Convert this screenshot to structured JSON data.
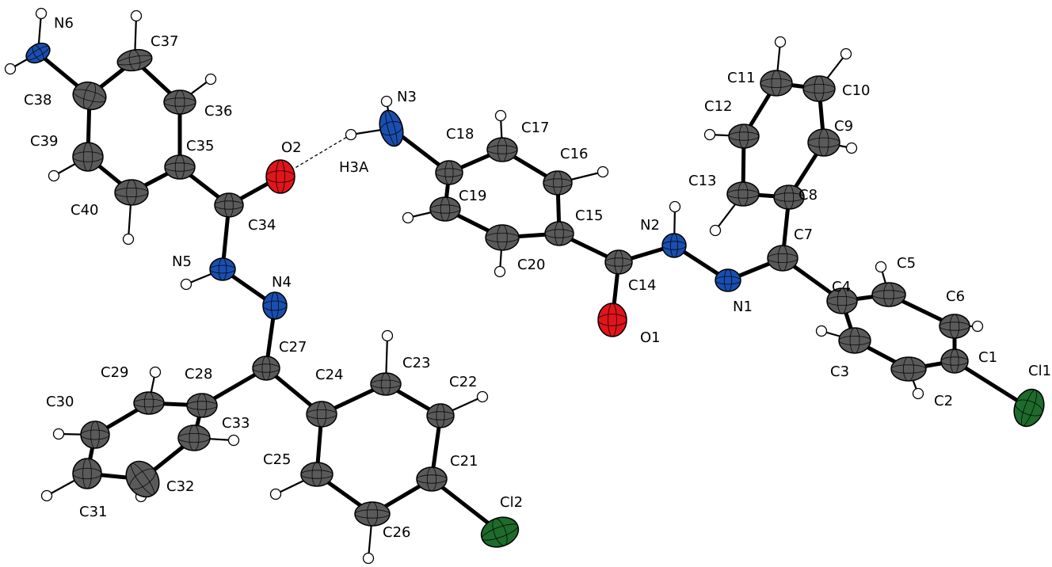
{
  "atoms": [
    {
      "label": "N6",
      "element": "N",
      "color": "#1a4fb0",
      "label_text": "N6"
    },
    {
      "label": "C37",
      "element": "C",
      "color": "#5a5a5a",
      "label_text": "C37"
    },
    {
      "label": "C38",
      "element": "C",
      "color": "#5a5a5a",
      "label_text": "C38"
    },
    {
      "label": "C36",
      "element": "C",
      "color": "#5a5a5a",
      "label_text": "C36"
    },
    {
      "label": "C39",
      "element": "C",
      "color": "#5a5a5a",
      "label_text": "C39"
    },
    {
      "label": "C35",
      "element": "C",
      "color": "#5a5a5a",
      "label_text": "C35"
    },
    {
      "label": "C40",
      "element": "C",
      "color": "#5a5a5a",
      "label_text": "C40"
    },
    {
      "label": "O2",
      "element": "O",
      "color": "#e0151b",
      "label_text": "O2"
    },
    {
      "label": "C34",
      "element": "C",
      "color": "#5a5a5a",
      "label_text": "C34"
    },
    {
      "label": "N5",
      "element": "N",
      "color": "#1a4fb0",
      "label_text": "N5"
    },
    {
      "label": "N4",
      "element": "N",
      "color": "#1a4fb0",
      "label_text": "N4"
    },
    {
      "label": "C27",
      "element": "C",
      "color": "#5a5a5a",
      "label_text": "C27"
    },
    {
      "label": "C28",
      "element": "C",
      "color": "#5a5a5a",
      "label_text": "C28"
    },
    {
      "label": "C29",
      "element": "C",
      "color": "#5a5a5a",
      "label_text": "C29"
    },
    {
      "label": "C30",
      "element": "C",
      "color": "#5a5a5a",
      "label_text": "C30"
    },
    {
      "label": "C31",
      "element": "C",
      "color": "#5a5a5a",
      "label_text": "C31"
    },
    {
      "label": "C32",
      "element": "C",
      "color": "#5a5a5a",
      "label_text": "C32"
    },
    {
      "label": "C33",
      "element": "C",
      "color": "#5a5a5a",
      "label_text": "C33"
    },
    {
      "label": "C24",
      "element": "C",
      "color": "#5a5a5a",
      "label_text": "C24"
    },
    {
      "label": "C23",
      "element": "C",
      "color": "#5a5a5a",
      "label_text": "C23"
    },
    {
      "label": "C22",
      "element": "C",
      "color": "#5a5a5a",
      "label_text": "C22"
    },
    {
      "label": "C21",
      "element": "C",
      "color": "#5a5a5a",
      "label_text": "C21"
    },
    {
      "label": "C26",
      "element": "C",
      "color": "#5a5a5a",
      "label_text": "C26"
    },
    {
      "label": "C25",
      "element": "C",
      "color": "#5a5a5a",
      "label_text": "C25"
    },
    {
      "label": "Cl2",
      "element": "Cl",
      "color": "#1e6b2c",
      "label_text": "Cl2"
    },
    {
      "label": "N3",
      "element": "N",
      "color": "#1a4fb0",
      "label_text": "N3"
    },
    {
      "label": "C18",
      "element": "C",
      "color": "#5a5a5a",
      "label_text": "C18"
    },
    {
      "label": "C17",
      "element": "C",
      "color": "#5a5a5a",
      "label_text": "C17"
    },
    {
      "label": "C16",
      "element": "C",
      "color": "#5a5a5a",
      "label_text": "C16"
    },
    {
      "label": "C15",
      "element": "C",
      "color": "#5a5a5a",
      "label_text": "C15"
    },
    {
      "label": "C20",
      "element": "C",
      "color": "#5a5a5a",
      "label_text": "C20"
    },
    {
      "label": "C19",
      "element": "C",
      "color": "#5a5a5a",
      "label_text": "C19"
    },
    {
      "label": "C14",
      "element": "C",
      "color": "#5a5a5a",
      "label_text": "C14"
    },
    {
      "label": "O1",
      "element": "O",
      "color": "#e0151b",
      "label_text": "O1"
    },
    {
      "label": "N2",
      "element": "N",
      "color": "#1a4fb0",
      "label_text": "N2"
    },
    {
      "label": "N1",
      "element": "N",
      "color": "#1a4fb0",
      "label_text": "N1"
    },
    {
      "label": "C7",
      "element": "C",
      "color": "#5a5a5a",
      "label_text": "C7"
    },
    {
      "label": "C8",
      "element": "C",
      "color": "#5a5a5a",
      "label_text": "C8"
    },
    {
      "label": "C9",
      "element": "C",
      "color": "#5a5a5a",
      "label_text": "C9"
    },
    {
      "label": "C10",
      "element": "C",
      "color": "#5a5a5a",
      "label_text": "C10"
    },
    {
      "label": "C11",
      "element": "C",
      "color": "#5a5a5a",
      "label_text": "C11"
    },
    {
      "label": "C12",
      "element": "C",
      "color": "#5a5a5a",
      "label_text": "C12"
    },
    {
      "label": "C13",
      "element": "C",
      "color": "#5a5a5a",
      "label_text": "C13"
    },
    {
      "label": "C4",
      "element": "C",
      "color": "#5a5a5a",
      "label_text": "C4"
    },
    {
      "label": "C5",
      "element": "C",
      "color": "#5a5a5a",
      "label_text": "C5"
    },
    {
      "label": "C6",
      "element": "C",
      "color": "#5a5a5a",
      "label_text": "C6"
    },
    {
      "label": "C1",
      "element": "C",
      "color": "#5a5a5a",
      "label_text": "C1"
    },
    {
      "label": "C2",
      "element": "C",
      "color": "#5a5a5a",
      "label_text": "C2"
    },
    {
      "label": "C3",
      "element": "C",
      "color": "#5a5a5a",
      "label_text": "C3"
    },
    {
      "label": "Cl1",
      "element": "Cl",
      "color": "#1e6b2c",
      "label_text": "Cl1"
    }
  ],
  "hydrogens": [
    {
      "id": "h-n6a",
      "bonded_to": "N6"
    },
    {
      "id": "h-n6b",
      "bonded_to": "N6"
    },
    {
      "id": "h-c37",
      "bonded_to": "C37"
    },
    {
      "id": "h-c36",
      "bonded_to": "C36"
    },
    {
      "id": "h-c39",
      "bonded_to": "C39"
    },
    {
      "id": "h-c40",
      "bonded_to": "C40"
    },
    {
      "id": "h-n5",
      "bonded_to": "N5"
    },
    {
      "id": "h-c29",
      "bonded_to": "C29"
    },
    {
      "id": "h-c30",
      "bonded_to": "C30"
    },
    {
      "id": "h-c31",
      "bonded_to": "C31"
    },
    {
      "id": "h-c32",
      "bonded_to": "C32"
    },
    {
      "id": "h-c33",
      "bonded_to": "C33"
    },
    {
      "id": "h-c23",
      "bonded_to": "C23"
    },
    {
      "id": "h-c22",
      "bonded_to": "C22"
    },
    {
      "id": "h-c26",
      "bonded_to": "C26"
    },
    {
      "id": "h-c25",
      "bonded_to": "C25"
    },
    {
      "id": "h-n3a",
      "bonded_to": "N3",
      "label_text": "H3A"
    },
    {
      "id": "h-n3b",
      "bonded_to": "N3"
    },
    {
      "id": "h-c17",
      "bonded_to": "C17"
    },
    {
      "id": "h-c16",
      "bonded_to": "C16"
    },
    {
      "id": "h-c19",
      "bonded_to": "C19"
    },
    {
      "id": "h-c20",
      "bonded_to": "C20"
    },
    {
      "id": "h-n2",
      "bonded_to": "N2"
    },
    {
      "id": "h-c11",
      "bonded_to": "C11"
    },
    {
      "id": "h-c10",
      "bonded_to": "C10"
    },
    {
      "id": "h-c12",
      "bonded_to": "C12"
    },
    {
      "id": "h-c9",
      "bonded_to": "C9"
    },
    {
      "id": "h-c13",
      "bonded_to": "C13"
    },
    {
      "id": "h-c5",
      "bonded_to": "C5"
    },
    {
      "id": "h-c6",
      "bonded_to": "C6"
    },
    {
      "id": "h-c3",
      "bonded_to": "C3"
    },
    {
      "id": "h-c2",
      "bonded_to": "C2"
    }
  ],
  "bonds": [
    [
      "N6",
      "C38"
    ],
    [
      "C38",
      "C37"
    ],
    [
      "C37",
      "C36"
    ],
    [
      "C36",
      "C35"
    ],
    [
      "C35",
      "C40"
    ],
    [
      "C40",
      "C39"
    ],
    [
      "C39",
      "C38"
    ],
    [
      "C35",
      "C34"
    ],
    [
      "C34",
      "O2"
    ],
    [
      "C34",
      "N5"
    ],
    [
      "N5",
      "N4"
    ],
    [
      "N4",
      "C27"
    ],
    [
      "C27",
      "C28"
    ],
    [
      "C27",
      "C24"
    ],
    [
      "C28",
      "C29"
    ],
    [
      "C29",
      "C30"
    ],
    [
      "C30",
      "C31"
    ],
    [
      "C31",
      "C32"
    ],
    [
      "C32",
      "C33"
    ],
    [
      "C33",
      "C28"
    ],
    [
      "C24",
      "C23"
    ],
    [
      "C23",
      "C22"
    ],
    [
      "C22",
      "C21"
    ],
    [
      "C21",
      "C26"
    ],
    [
      "C26",
      "C25"
    ],
    [
      "C25",
      "C24"
    ],
    [
      "C21",
      "Cl2"
    ],
    [
      "N3",
      "C18"
    ],
    [
      "C18",
      "C17"
    ],
    [
      "C17",
      "C16"
    ],
    [
      "C16",
      "C15"
    ],
    [
      "C15",
      "C20"
    ],
    [
      "C20",
      "C19"
    ],
    [
      "C19",
      "C18"
    ],
    [
      "C15",
      "C14"
    ],
    [
      "C14",
      "O1"
    ],
    [
      "C14",
      "N2"
    ],
    [
      "N2",
      "N1"
    ],
    [
      "N1",
      "C7"
    ],
    [
      "C7",
      "C8"
    ],
    [
      "C7",
      "C4"
    ],
    [
      "C8",
      "C9"
    ],
    [
      "C9",
      "C10"
    ],
    [
      "C10",
      "C11"
    ],
    [
      "C11",
      "C12"
    ],
    [
      "C12",
      "C13"
    ],
    [
      "C13",
      "C8"
    ],
    [
      "C4",
      "C5"
    ],
    [
      "C5",
      "C6"
    ],
    [
      "C6",
      "C1"
    ],
    [
      "C1",
      "C2"
    ],
    [
      "C2",
      "C3"
    ],
    [
      "C3",
      "C4"
    ],
    [
      "C1",
      "Cl1"
    ]
  ],
  "hydrogen_bond": {
    "donor_h": "h-n3a",
    "acceptor": "O2"
  }
}
